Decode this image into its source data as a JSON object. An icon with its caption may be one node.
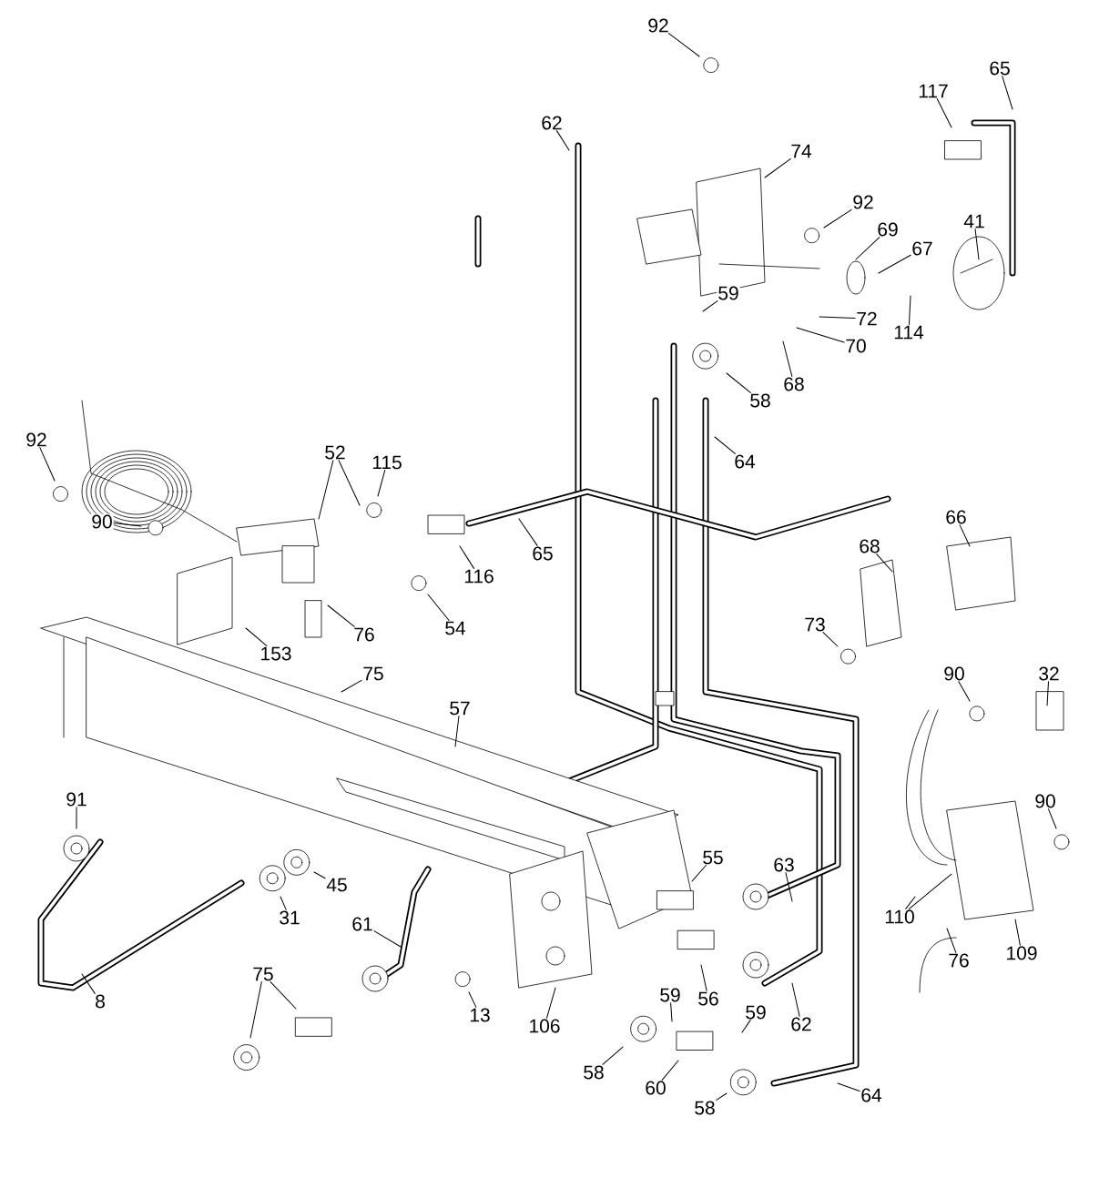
{
  "diagram": {
    "nodes": [
      {
        "text": [
          "92"
        ]
      },
      {
        "text": [
          "62"
        ]
      },
      {
        "text": [
          "74"
        ]
      },
      {
        "text": [
          "117"
        ]
      },
      {
        "text": [
          "65"
        ]
      },
      {
        "text": [
          "92"
        ]
      },
      {
        "text": [
          "69"
        ]
      },
      {
        "text": [
          "67"
        ]
      },
      {
        "text": [
          "41"
        ]
      },
      {
        "text": [
          "59"
        ]
      },
      {
        "text": [
          "72"
        ]
      },
      {
        "text": [
          "70"
        ]
      },
      {
        "text": [
          "114"
        ]
      },
      {
        "text": [
          "58"
        ]
      },
      {
        "text": [
          "68"
        ]
      },
      {
        "text": [
          "64"
        ]
      },
      {
        "text": [
          "92"
        ]
      },
      {
        "text": [
          "52"
        ]
      },
      {
        "text": [
          "115"
        ]
      },
      {
        "text": [
          "90"
        ]
      },
      {
        "text": [
          "116"
        ]
      },
      {
        "text": [
          "65"
        ]
      },
      {
        "text": [
          "54"
        ]
      },
      {
        "text": [
          "76"
        ]
      },
      {
        "text": [
          "75"
        ]
      },
      {
        "text": [
          "153"
        ]
      },
      {
        "text": [
          "66"
        ]
      },
      {
        "text": [
          "68"
        ]
      },
      {
        "text": [
          "73"
        ]
      },
      {
        "text": [
          "57"
        ]
      },
      {
        "text": [
          "90"
        ]
      },
      {
        "text": [
          "32"
        ]
      },
      {
        "text": [
          "91"
        ]
      },
      {
        "text": [
          "90"
        ]
      },
      {
        "text": [
          "45"
        ]
      },
      {
        "text": [
          "31"
        ]
      },
      {
        "text": [
          "55"
        ]
      },
      {
        "text": [
          "63"
        ]
      },
      {
        "text": [
          "61"
        ]
      },
      {
        "text": [
          "110"
        ]
      },
      {
        "text": [
          "109"
        ]
      },
      {
        "text": [
          "76"
        ]
      },
      {
        "text": [
          "75"
        ]
      },
      {
        "text": [
          "8"
        ]
      },
      {
        "text": [
          "13"
        ]
      },
      {
        "text": [
          "106"
        ]
      },
      {
        "text": [
          "56"
        ]
      },
      {
        "text": [
          "62"
        ]
      },
      {
        "text": [
          "59"
        ]
      },
      {
        "text": [
          "59"
        ]
      },
      {
        "text": [
          "58"
        ]
      },
      {
        "text": [
          "60"
        ]
      },
      {
        "text": [
          "58"
        ]
      },
      {
        "text": [
          "64"
        ]
      }
    ],
    "edges": [
      {
        "from": 0,
        "to": null,
        "arrow": "none"
      },
      {
        "from": 1,
        "to": null,
        "arrow": "none"
      },
      {
        "from": 2,
        "to": null,
        "arrow": "none"
      },
      {
        "from": 3,
        "to": null,
        "arrow": "none"
      },
      {
        "from": 4,
        "to": null,
        "arrow": "none"
      },
      {
        "from": 5,
        "to": null,
        "arrow": "none"
      },
      {
        "from": 6,
        "to": null,
        "arrow": "none"
      },
      {
        "from": 7,
        "to": null,
        "arrow": "none"
      },
      {
        "from": 8,
        "to": null,
        "arrow": "none"
      },
      {
        "from": 9,
        "to": null,
        "arrow": "none"
      },
      {
        "from": 10,
        "to": null,
        "arrow": "none"
      },
      {
        "from": 11,
        "to": null,
        "arrow": "none"
      },
      {
        "from": 12,
        "to": null,
        "arrow": "none"
      },
      {
        "from": 13,
        "to": null,
        "arrow": "none"
      },
      {
        "from": 14,
        "to": null,
        "arrow": "none"
      },
      {
        "from": 15,
        "to": null,
        "arrow": "none"
      },
      {
        "from": 16,
        "to": null,
        "arrow": "none"
      },
      {
        "from": 17,
        "to": null,
        "arrow": "none"
      },
      {
        "from": 17,
        "to": null,
        "arrow": "none"
      },
      {
        "from": 18,
        "to": null,
        "arrow": "none"
      },
      {
        "from": 19,
        "to": null,
        "arrow": "none"
      },
      {
        "from": 20,
        "to": null,
        "arrow": "none"
      },
      {
        "from": 21,
        "to": null,
        "arrow": "none"
      },
      {
        "from": 22,
        "to": null,
        "arrow": "none"
      },
      {
        "from": 23,
        "to": null,
        "arrow": "none"
      },
      {
        "from": 24,
        "to": null,
        "arrow": "none"
      },
      {
        "from": 25,
        "to": null,
        "arrow": "none"
      },
      {
        "from": 26,
        "to": null,
        "arrow": "none"
      },
      {
        "from": 27,
        "to": null,
        "arrow": "none"
      },
      {
        "from": 28,
        "to": null,
        "arrow": "none"
      },
      {
        "from": 29,
        "to": null,
        "arrow": "none"
      },
      {
        "from": 30,
        "to": null,
        "arrow": "none"
      },
      {
        "from": 31,
        "to": null,
        "arrow": "none"
      },
      {
        "from": 32,
        "to": null,
        "arrow": "none"
      },
      {
        "from": 33,
        "to": null,
        "arrow": "none"
      },
      {
        "from": 34,
        "to": null,
        "arrow": "none"
      },
      {
        "from": 35,
        "to": null,
        "arrow": "none"
      },
      {
        "from": 36,
        "to": null,
        "arrow": "none"
      },
      {
        "from": 37,
        "to": null,
        "arrow": "none"
      },
      {
        "from": 38,
        "to": null,
        "arrow": "none"
      },
      {
        "from": 39,
        "to": null,
        "arrow": "none"
      },
      {
        "from": 39,
        "to": null,
        "arrow": "none"
      },
      {
        "from": 40,
        "to": null,
        "arrow": "none"
      },
      {
        "from": 41,
        "to": null,
        "arrow": "none"
      },
      {
        "from": 42,
        "to": null,
        "arrow": "none"
      },
      {
        "from": 42,
        "to": null,
        "arrow": "none"
      },
      {
        "from": 43,
        "to": null,
        "arrow": "none"
      },
      {
        "from": 44,
        "to": null,
        "arrow": "none"
      },
      {
        "from": 45,
        "to": null,
        "arrow": "none"
      },
      {
        "from": 46,
        "to": null,
        "arrow": "none"
      },
      {
        "from": 47,
        "to": null,
        "arrow": "none"
      },
      {
        "from": 48,
        "to": null,
        "arrow": "none"
      },
      {
        "from": 49,
        "to": null,
        "arrow": "none"
      },
      {
        "from": 50,
        "to": null,
        "arrow": "none"
      },
      {
        "from": 51,
        "to": null,
        "arrow": "none"
      },
      {
        "from": 52,
        "to": null,
        "arrow": "none"
      },
      {
        "from": 53,
        "to": null,
        "arrow": "none"
      }
    ]
  }
}
